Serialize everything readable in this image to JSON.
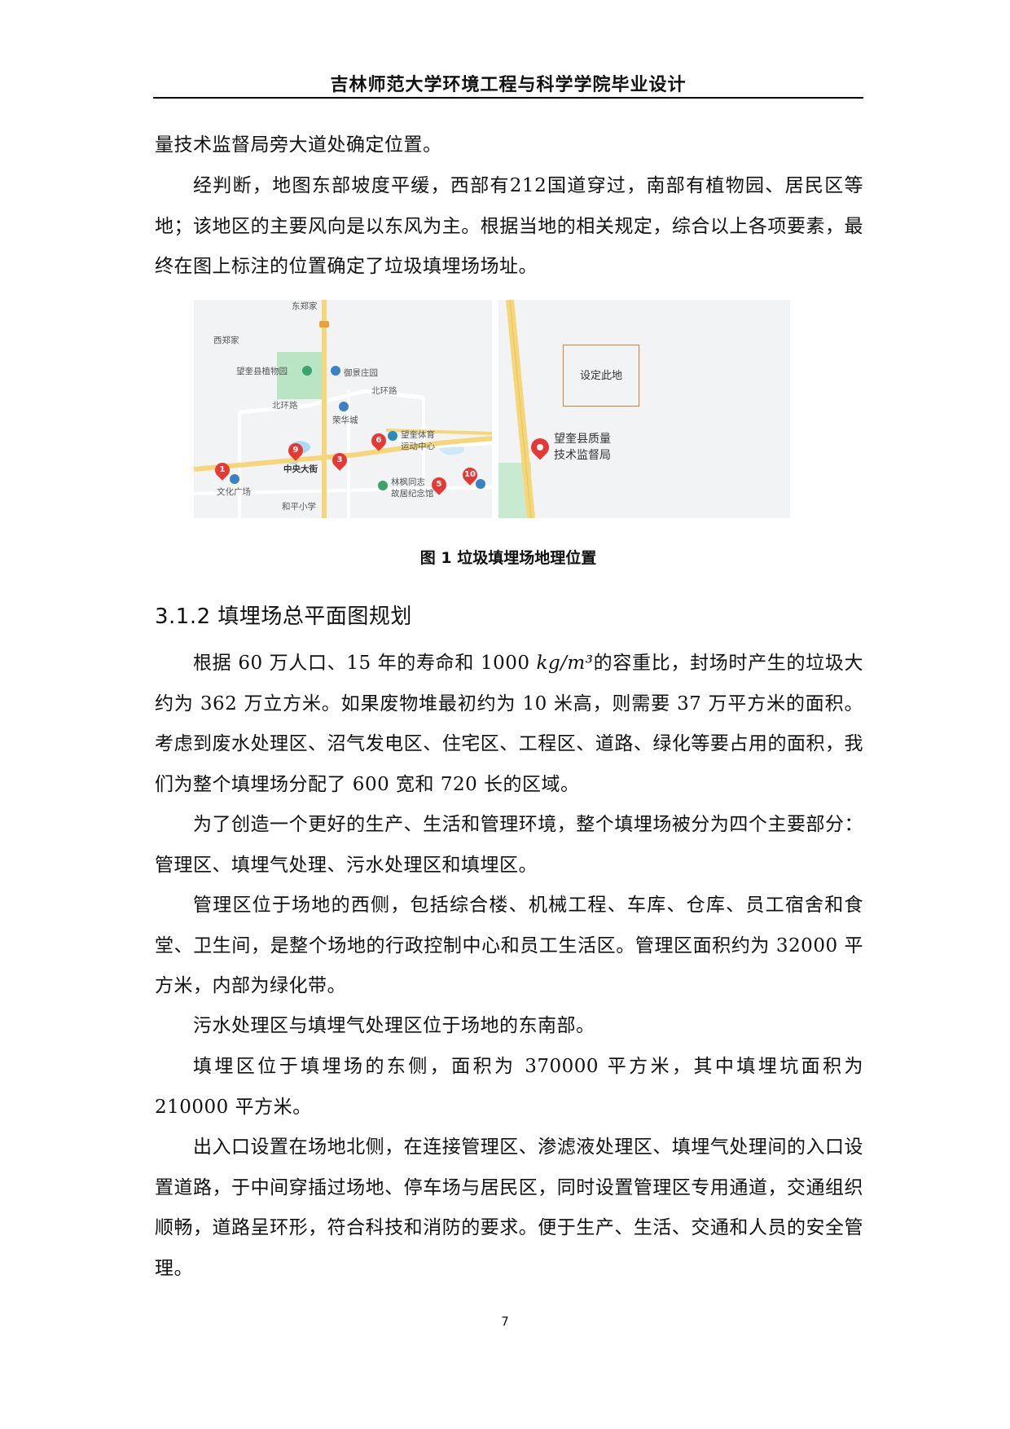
{
  "header": {
    "title": "吉林师范大学环境工程与科学学院毕业设计"
  },
  "intro": {
    "p1": "量技术监督局旁大道处确定位置。",
    "p2": "经判断，地图东部坡度平缓，西部有212国道穿过，南部有植物园、居民区等地；该地区的主要风向是以东风为主。根据当地的相关规定，综合以上各项要素，最终在图上标注的位置确定了垃圾填埋场场址。"
  },
  "figure": {
    "left_map": {
      "labels": {
        "dongjia": "东郑家",
        "xizhengjia": "西郑家",
        "botanical": "望奎县植物园",
        "yujing": "御景庄园",
        "beihuan_left": "北环路",
        "beihuan_right": "北环路",
        "ronghua": "荣华城",
        "sports_1": "望奎体育",
        "sports_2": "运动中心",
        "zhongyang": "中央大街",
        "culture": "文化广场",
        "linfeng_1": "林枫同志",
        "linfeng_2": "故居纪念馆",
        "heping": "和平小学"
      },
      "pins": [
        "1",
        "9",
        "3",
        "6",
        "5",
        "10"
      ]
    },
    "right_map": {
      "site_label": "设定此地",
      "bureau_line1": "望奎县质量",
      "bureau_line2": "技术监督局"
    },
    "caption": "图 1 垃圾填埋场地理位置"
  },
  "section": {
    "title": "3.1.2 填埋场总平面图规划"
  },
  "body": {
    "p1_pre": "根据 60 万人口、15 年的寿命和 1000 ",
    "p1_unit": "kg/m³",
    "p1_post": "的容重比，封场时产生的垃圾大约为 362 万立方米。如果废物堆最初约为 10 米高，则需要 37 万平方米的面积。考虑到废水处理区、沼气发电区、住宅区、工程区、道路、绿化等要占用的面积，我们为整个填埋场分配了 600 宽和 720 长的区域。",
    "p2": "为了创造一个更好的生产、生活和管理环境，整个填埋场被分为四个主要部分：管理区、填埋气处理、污水处理区和填埋区。",
    "p3": "管理区位于场地的西侧，包括综合楼、机械工程、车库、仓库、员工宿舍和食堂、卫生间，是整个场地的行政控制中心和员工生活区。管理区面积约为 32000 平方米，内部为绿化带。",
    "p4": "污水处理区与填埋气处理区位于场地的东南部。",
    "p5": "填埋区位于填埋场的东侧，面积为 370000 平方米，其中填埋坑面积为 210000 平方米。",
    "p6": "出入口设置在场地北侧，在连接管理区、渗滤液处理区、填埋气处理间的入口设置道路，于中间穿插过场地、停车场与居民区，同时设置管理区专用通道，交通组织顺畅，道路呈环形，符合科技和消防的要求。便于生产、生活、交通和人员的安全管理。"
  },
  "footer": {
    "page_number": "7"
  },
  "colors": {
    "pin": "#e53935",
    "site_box": "#e07b2a",
    "road_yellow": "#f5d77a",
    "park_green": "#b9e5c4",
    "water": "#aadaf5"
  }
}
